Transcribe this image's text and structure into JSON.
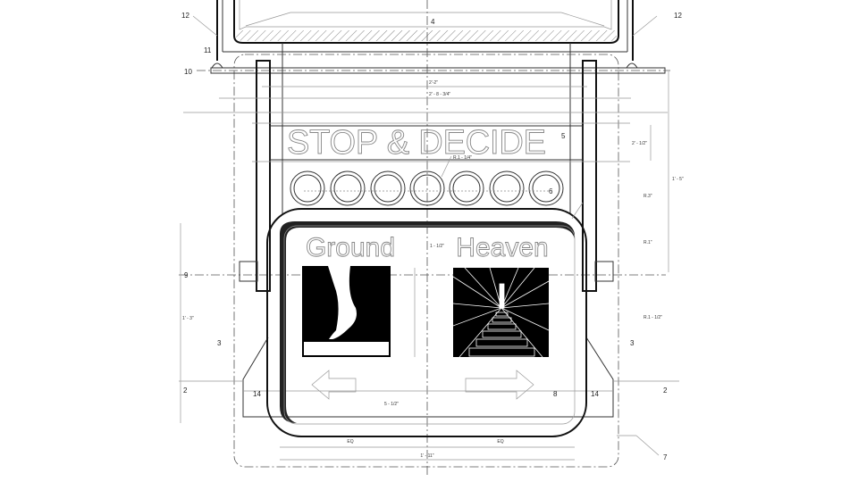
{
  "drawing": {
    "banner_text": "STOP & DECIDE",
    "left_word": "Ground",
    "right_word": "Heaven",
    "callouts": {
      "c12l": "12",
      "c12r": "12",
      "c11": "11",
      "c10": "10",
      "c4": "4",
      "c5": "5",
      "c6": "6",
      "c9": "9",
      "c3l": "3",
      "c3r": "3",
      "c2l": "2",
      "c2r": "2",
      "c14l": "14",
      "c14r": "14",
      "c8": "8",
      "c7": "7"
    },
    "dimensions": {
      "post_span": "2'-2\"",
      "rail_span": "2' - 8 - 3/4\"",
      "banner_height": "2' - 1/2\"",
      "circle_radius": "R.1 - 1/4\"",
      "overall_height": "1' - 5\"",
      "panel_radius": "R.3\"",
      "post_radius": "R.1\"",
      "post_radius_lower": "R.1 - 1/2\"",
      "text_gap": "1 - 1/2\"",
      "panel_height": "1' - 3\"",
      "arrow_offset": "5 - 1/2\"",
      "eq_left": "EQ",
      "eq_right": "EQ",
      "panel_width": "1' - 11\""
    }
  }
}
